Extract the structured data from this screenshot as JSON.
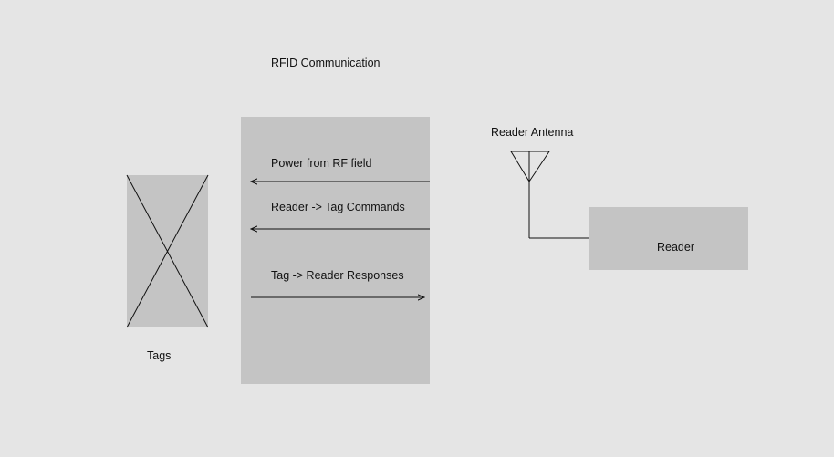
{
  "diagram": {
    "title": "RFID Communication",
    "tags_label": "Tags",
    "antenna_label": "Reader Antenna",
    "reader_label": "Reader",
    "arrows": [
      {
        "label": "Power from RF field",
        "direction": "left"
      },
      {
        "label": "Reader -> Tag Commands",
        "direction": "left"
      },
      {
        "label": "Tag -> Reader Responses",
        "direction": "right"
      }
    ]
  },
  "colors": {
    "background": "#e5e5e5",
    "box_fill": "#c4c4c4",
    "stroke": "#111111"
  }
}
